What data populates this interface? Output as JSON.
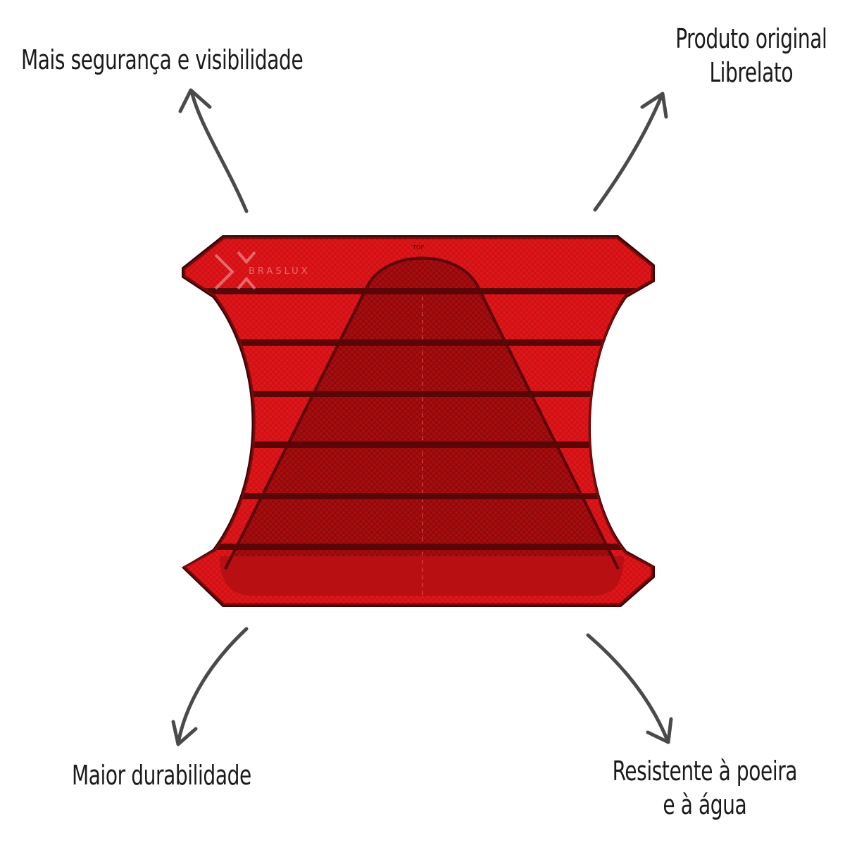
{
  "callouts": {
    "top_left": [
      "Mais segurança e visibilidade"
    ],
    "top_right": [
      "Produto original",
      "Librelato"
    ],
    "bottom_left": [
      "Maior durabilidade"
    ],
    "bottom_right": [
      "Resistente à poeira",
      "e à água"
    ]
  },
  "product": {
    "brand": "BRASLUX",
    "top_mark": "TOP",
    "colors": {
      "red": "#e0161a",
      "dark_red": "#8a0a0c",
      "stripe": "#5a0507",
      "outline": "#4a1010"
    }
  },
  "arrows": {
    "color": "#4a4a4a"
  }
}
